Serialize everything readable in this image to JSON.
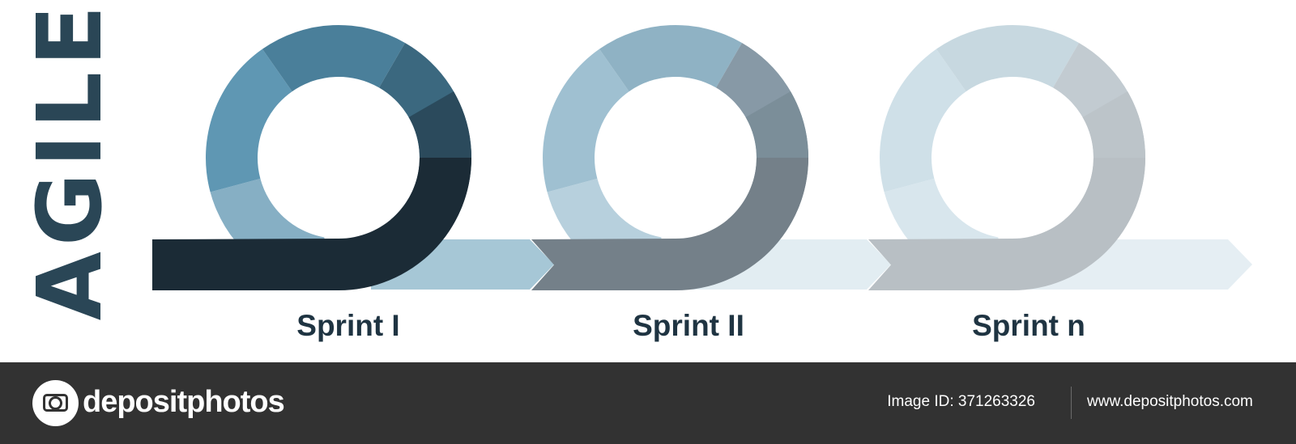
{
  "diagram": {
    "title": "AGILE",
    "sprints": [
      {
        "label": "Sprint I",
        "colors": {
          "seg1": "#86afc4",
          "seg2": "#5f97b3",
          "seg3": "#4a7f9a",
          "seg4": "#3b687f",
          "seg5": "#2b4a5c",
          "tail": "#1b2b36",
          "band": "#a6c7d6"
        }
      },
      {
        "label": "Sprint II",
        "colors": {
          "seg1": "#b7d0dd",
          "seg2": "#9fc0d1",
          "seg3": "#8fb2c4",
          "seg4": "#8799a6",
          "seg5": "#7b8e99",
          "tail": "#748089",
          "band": "#e2edf2"
        }
      },
      {
        "label": "Sprint n",
        "colors": {
          "seg1": "#d8e6ed",
          "seg2": "#cfe0e8",
          "seg3": "#c7d8e0",
          "seg4": "#c2cbd1",
          "seg5": "#bcc4c9",
          "tail": "#b8bfc4",
          "band": "#e5eef3"
        }
      }
    ]
  },
  "footer": {
    "brand": "depositphotos",
    "image_id": "Image ID: 371263326",
    "url": "www.depositphotos.com"
  }
}
